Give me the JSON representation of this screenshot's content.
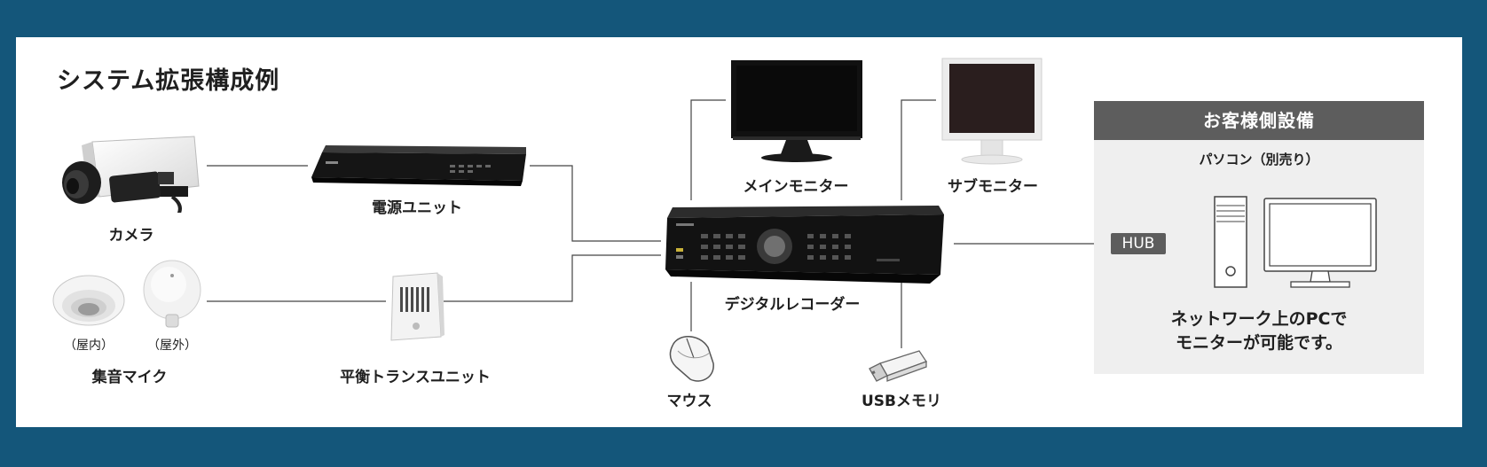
{
  "colors": {
    "frame": "#14567a",
    "panel": "#ffffff",
    "customer_area": "#efefef",
    "header_gray": "#5d5d5d",
    "line": "#444444"
  },
  "title": "システム拡張構成例",
  "devices": {
    "camera": "カメラ",
    "power_unit": "電源ユニット",
    "mic_group": "集音マイク",
    "mic_indoor": "（屋内）",
    "mic_outdoor": "（屋外）",
    "balanced_unit": "平衡トランスユニット",
    "main_monitor": "メインモニター",
    "sub_monitor": "サブモニター",
    "recorder": "デジタルレコーダー",
    "mouse": "マウス",
    "usb": "USBメモリ"
  },
  "customer": {
    "header": "お客様側設備",
    "pc_label": "パソコン（別売り）",
    "hub": "HUB",
    "note_line1": "ネットワーク上のPCで",
    "note_line2": "モニターが可能です。"
  }
}
